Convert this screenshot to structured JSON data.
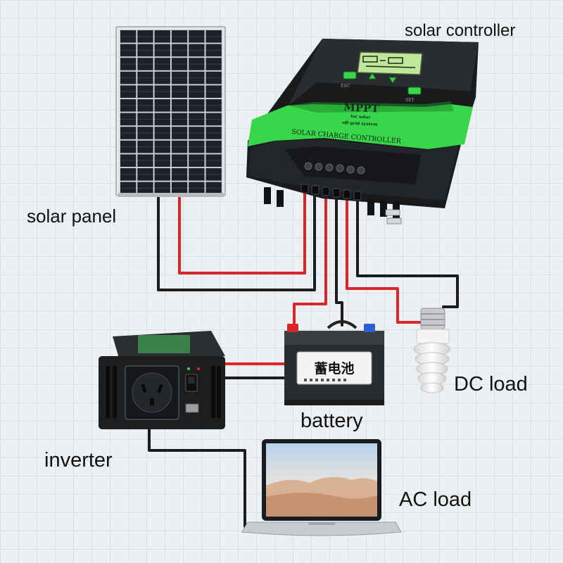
{
  "labels": {
    "solar_controller": "solar controller",
    "solar_panel": "solar panel",
    "dc_load": "DC load",
    "battery": "battery",
    "inverter": "inverter",
    "ac_load": "AC load"
  },
  "controller": {
    "brand": "MPPT",
    "subtitle_1": "for solar",
    "subtitle_2": "off-grid system",
    "band_text": "SOLAR CHARGE CONTROLLER",
    "esc_label": "ESC",
    "set_label": "SET"
  },
  "battery_device": {
    "name": "蓄电池"
  },
  "colors": {
    "wire_red": "#d8262b",
    "wire_black": "#1c1c1c",
    "controller_green": "#38d64a",
    "controller_body": "#1f2224",
    "panel_cell": "#1a1d24",
    "background": "#edf0f2"
  }
}
